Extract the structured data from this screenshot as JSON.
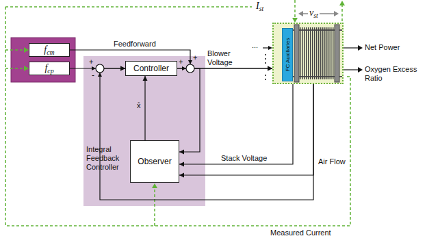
{
  "diagram": {
    "nodes": [
      {
        "text": [
          "Integral Feedback Controller"
        ]
      },
      {
        "text": [
          "Controller"
        ],
        "in": 0
      },
      {
        "text": [
          "Observer"
        ],
        "in": 0
      },
      {
        "text": [
          "fcm"
        ]
      },
      {
        "text": [
          "fcp"
        ]
      },
      {
        "text": [
          "vst"
        ]
      },
      {
        "text": [
          "FC Auxiliaries"
        ],
        "in": 5
      }
    ],
    "edges": [
      {
        "from": 3,
        "to": 5,
        "arrow": "to",
        "label": "Feedforward"
      },
      {
        "from": 4,
        "to": 1,
        "arrow": "to"
      },
      {
        "from": 1,
        "to": 5,
        "arrow": "to",
        "label": "Blower Voltage"
      },
      {
        "from": 1,
        "to": 2,
        "arrow": "to"
      },
      {
        "from": 2,
        "to": 1,
        "arrow": "to",
        "label": "x̂"
      },
      {
        "from": 5,
        "to": 2,
        "arrow": "to",
        "label": "Stack Voltage"
      },
      {
        "from": 5,
        "to": 2,
        "arrow": "to",
        "label": "Air Flow"
      },
      {
        "from": 5,
        "to": 1,
        "arrow": "to"
      }
    ],
    "labels": [
      "Ist",
      "...",
      "+",
      "-",
      "+",
      "+",
      "Net Power",
      "Oxygen Excess Ratio",
      "Measured Current"
    ]
  }
}
